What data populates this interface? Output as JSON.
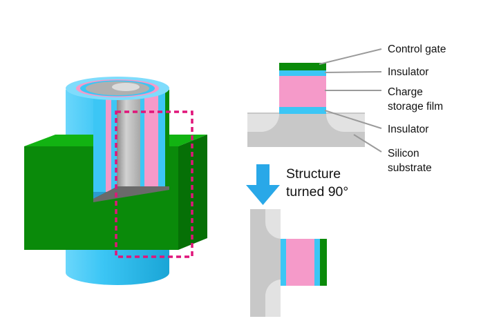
{
  "labels": {
    "control_gate": "Control gate",
    "insulator_top": "Insulator",
    "charge_storage_line1": "Charge",
    "charge_storage_line2": "storage film",
    "insulator_bottom": "Insulator",
    "silicon_line1": "Silicon",
    "silicon_line2": "substrate",
    "turn_line1": "Structure",
    "turn_line2": "turned 90°"
  },
  "colors": {
    "gate_green": "#0a8a0a",
    "insulator_blue": "#3cc6f5",
    "charge_pink": "#f59ac9",
    "silicon_gray": "#c8c8c8",
    "highlight_magenta": "#e0157a",
    "arrow_blue": "#29a8e8"
  },
  "icons": {
    "turn_arrow": "down-arrow-icon"
  }
}
